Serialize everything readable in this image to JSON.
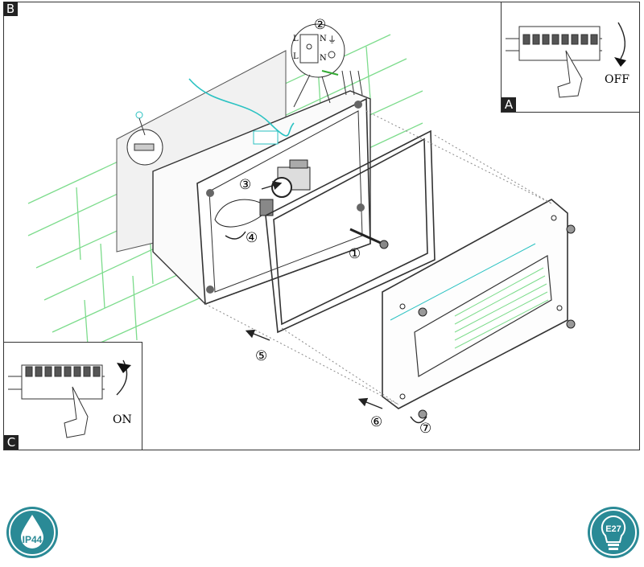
{
  "panels": {
    "main_label": "B",
    "inset_a_label": "A",
    "inset_c_label": "C"
  },
  "switch_states": {
    "off_text": "OFF",
    "on_text": "ON"
  },
  "wiring": {
    "terminal_l": "L",
    "terminal_n": "N",
    "earth_symbol": "⏚"
  },
  "steps": [
    "①",
    "②",
    "③",
    "④",
    "⑤",
    "⑥",
    "⑦"
  ],
  "icons": [
    {
      "name": "ip44-rating-icon",
      "text": "IP44",
      "color": "#2a8a96"
    },
    {
      "name": "e27-bulb-icon",
      "text": "E27",
      "color": "#2a8a96"
    }
  ]
}
